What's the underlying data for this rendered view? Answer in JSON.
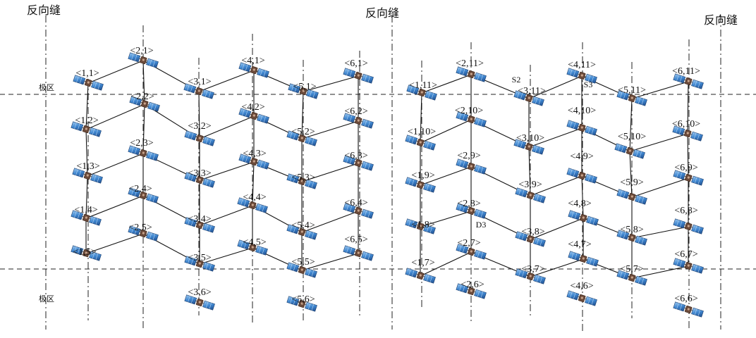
{
  "seam_label": "反向缝",
  "polar_label": "极区",
  "satellites": [
    {
      "label": "<1,1>"
    },
    {
      "label": "<2,1>"
    },
    {
      "label": "<3,1>"
    },
    {
      "label": "<4,1>"
    },
    {
      "label": "<5,1>"
    },
    {
      "label": "<6,1>"
    },
    {
      "label": "<1,2>"
    },
    {
      "label": "<2,2>"
    },
    {
      "label": "<3,2>"
    },
    {
      "label": "<4,2>"
    },
    {
      "label": "<5,2>"
    },
    {
      "label": "<6,2>"
    },
    {
      "label": "<1,3>"
    },
    {
      "label": "<2,3>"
    },
    {
      "label": "<3,3>"
    },
    {
      "label": "<4,3>"
    },
    {
      "label": "<5,3>"
    },
    {
      "label": "<6,3>"
    },
    {
      "label": "<1,4>"
    },
    {
      "label": "<2,4>"
    },
    {
      "label": "<3,4>"
    },
    {
      "label": "<4,4>"
    },
    {
      "label": "<5,4>"
    },
    {
      "label": "<6,4>"
    },
    {
      "label": "<1,5>"
    },
    {
      "label": "<2,5>"
    },
    {
      "label": "<3,5>"
    },
    {
      "label": "<4,5>"
    },
    {
      "label": "<5,5>"
    },
    {
      "label": "<6,5>"
    },
    {
      "label": "<3,6>"
    },
    {
      "label": "<5,6>"
    },
    {
      "label": "<1,11>"
    },
    {
      "label": "<2,11>"
    },
    {
      "label": "<3,11>"
    },
    {
      "label": "<4,11>"
    },
    {
      "label": "<5,11>"
    },
    {
      "label": "<6,11>"
    },
    {
      "label": "<1,10>"
    },
    {
      "label": "<2,10>"
    },
    {
      "label": "<3,10>"
    },
    {
      "label": "<4,10>"
    },
    {
      "label": "<5,10>"
    },
    {
      "label": "<6,10>"
    },
    {
      "label": "<1,9>"
    },
    {
      "label": "<2,9>"
    },
    {
      "label": "<3,9>"
    },
    {
      "label": "<4,9>"
    },
    {
      "label": "<5,9>"
    },
    {
      "label": "<6,9>"
    },
    {
      "label": "<1,8>"
    },
    {
      "label": "<2,8>"
    },
    {
      "label": "<3,8>"
    },
    {
      "label": "<4,8>"
    },
    {
      "label": "<5,8>"
    },
    {
      "label": "<6,8>"
    },
    {
      "label": "<1,7>"
    },
    {
      "label": "<2,7>"
    },
    {
      "label": "<3,7>"
    },
    {
      "label": "<4,7>"
    },
    {
      "label": "<5,7>"
    },
    {
      "label": "<6,7>"
    },
    {
      "label": "<2,6>"
    },
    {
      "label": "<4,6>"
    },
    {
      "label": "<6,6>"
    }
  ],
  "markers": [
    {
      "label": "S2"
    },
    {
      "label": "S3"
    },
    {
      "label": "D3"
    }
  ]
}
